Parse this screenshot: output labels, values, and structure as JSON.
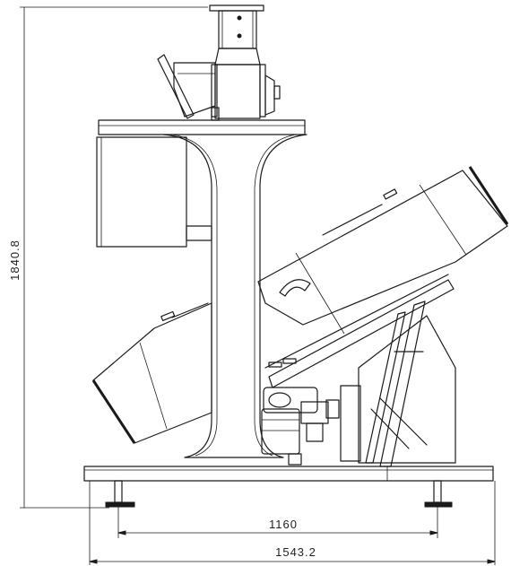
{
  "drawing": {
    "dimensions": {
      "overall_height": "1840.8",
      "foot_spacing": "1160",
      "overall_width": "1543.2"
    }
  }
}
